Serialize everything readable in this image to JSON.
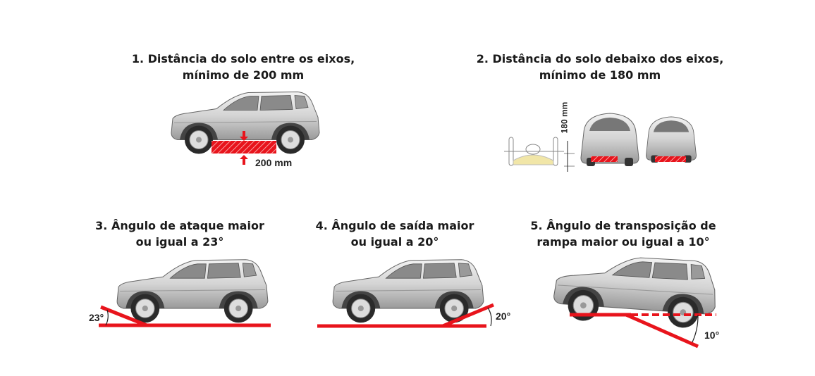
{
  "panels": [
    {
      "title_line1": "1. Distância do solo entre os eixos,",
      "title_line2": "mínimo de 200 mm",
      "measure": "200 mm"
    },
    {
      "title_line1": "2. Distância do solo debaixo dos eixos,",
      "title_line2": "mínimo de 180 mm",
      "measure": "180 mm"
    },
    {
      "title_line1": "3. Ângulo de ataque maior",
      "title_line2": "ou igual a 23°",
      "measure": "23°"
    },
    {
      "title_line1": "4. Ângulo de saída maior",
      "title_line2": "ou igual a 20°",
      "measure": "20°"
    },
    {
      "title_line1": "5. Ângulo de transposição de",
      "title_line2": "rampa maior ou igual a 10°",
      "measure": "10°"
    }
  ],
  "colors": {
    "accent": "#e8141c",
    "car": "#c8c8c8"
  }
}
